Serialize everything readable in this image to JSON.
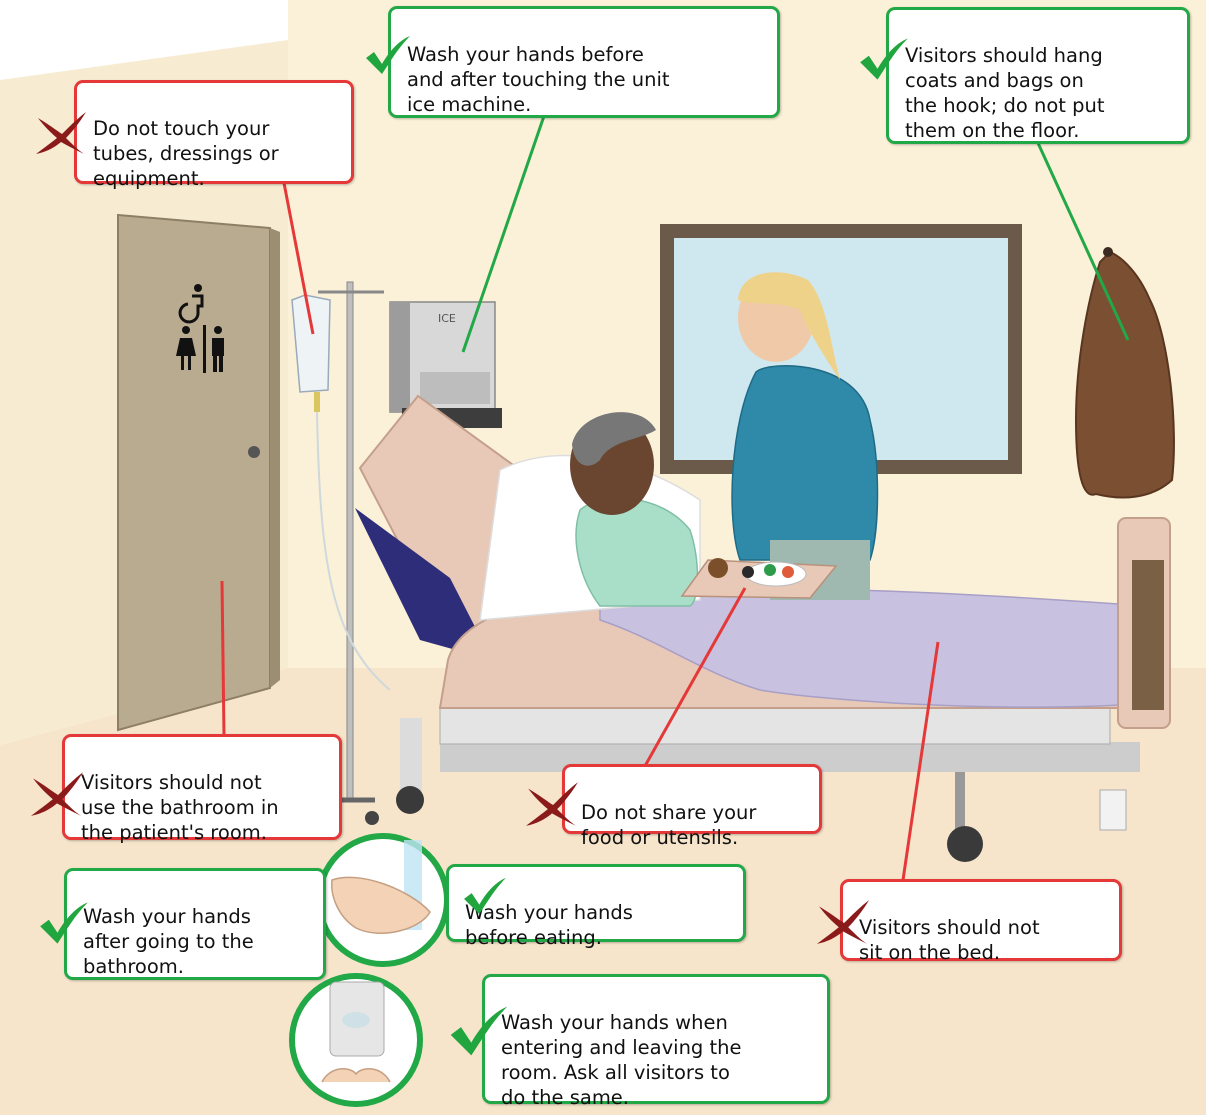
{
  "colors": {
    "wall": "#fbf1d8",
    "floor": "#f6e5cb",
    "do_border": "#22a847",
    "dont_border": "#e53838",
    "check_mark": "#21a53f",
    "x_mark": "#8b1a1a",
    "door": "#b9ab8f",
    "window_glass": "#cfe7ef",
    "window_frame": "#6b5a49",
    "bed": "#e8c9b7",
    "blanket": "#c8c2e0"
  },
  "scene": {
    "ice_label": "ICE"
  },
  "callouts": [
    {
      "id": "tubes",
      "kind": "dont",
      "icon": "x-mark-icon",
      "text": "Do not touch your\ntubes, dressings or\nequipment."
    },
    {
      "id": "ice",
      "kind": "do",
      "icon": "check-mark-icon",
      "text": "Wash your hands before\nand after touching the unit\nice machine."
    },
    {
      "id": "coats",
      "kind": "do",
      "icon": "check-mark-icon",
      "text": "Visitors should hang\ncoats and bags on\nthe hook; do not put\nthem on the floor."
    },
    {
      "id": "bathroom-visitors",
      "kind": "dont",
      "icon": "x-mark-icon",
      "text": "Visitors should not\nuse the bathroom in\nthe patient's room."
    },
    {
      "id": "food",
      "kind": "dont",
      "icon": "x-mark-icon",
      "text": "Do not share your\nfood or utensils."
    },
    {
      "id": "sit-bed",
      "kind": "dont",
      "icon": "x-mark-icon",
      "text": "Visitors should not\nsit on the bed."
    },
    {
      "id": "after-bathroom",
      "kind": "do",
      "icon": "check-mark-icon",
      "text": "Wash your hands\nafter going to the\nbathroom."
    },
    {
      "id": "before-eating",
      "kind": "do",
      "icon": "check-mark-icon",
      "text": "Wash your hands\nbefore eating."
    },
    {
      "id": "entering-leaving",
      "kind": "do",
      "icon": "check-mark-icon",
      "text": "Wash your hands when\nentering and leaving the\nroom. Ask all visitors to\ndo the same."
    }
  ]
}
